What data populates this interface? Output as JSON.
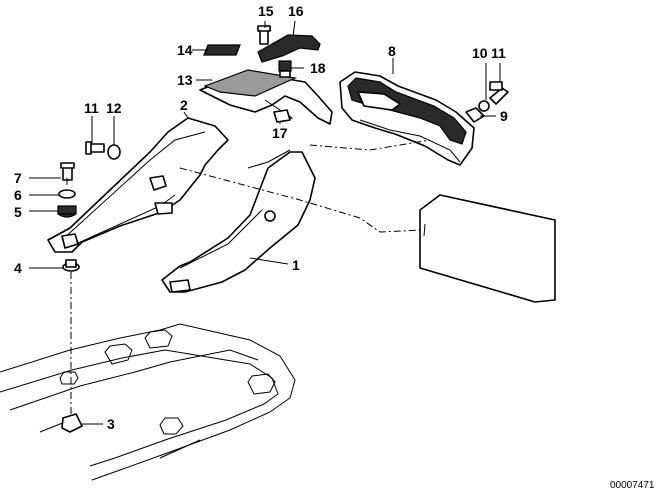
{
  "callouts": {
    "c1": "1",
    "c2": "2",
    "c3": "3",
    "c4": "4",
    "c5": "5",
    "c6": "6",
    "c7": "7",
    "c8": "8",
    "c9": "9",
    "c10": "10",
    "c11a": "11",
    "c11b": "11",
    "c12": "12",
    "c13": "13",
    "c14": "14",
    "c15": "15",
    "c16": "16",
    "c17": "17",
    "c18": "18"
  },
  "document_id": "00007471"
}
